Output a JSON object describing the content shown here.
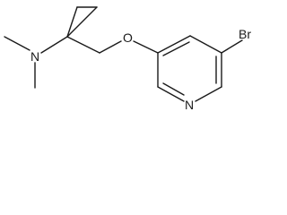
{
  "molecule": {
    "atoms": {
      "nitrogen_amine": "N",
      "oxygen": "O",
      "bromine": "Br",
      "nitrogen_pyridine": "N"
    }
  }
}
